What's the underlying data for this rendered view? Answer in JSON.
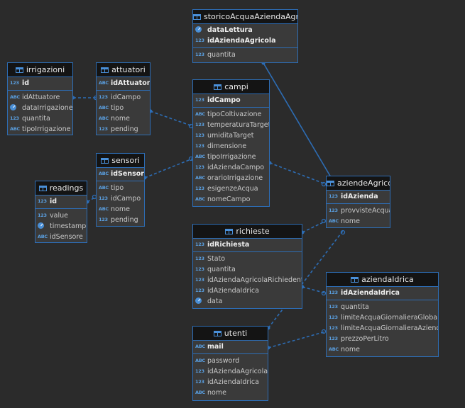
{
  "icons": {
    "number": "123",
    "text": "ABC",
    "datetime": "clock-icon"
  },
  "colors": {
    "edge": "#2d6db5",
    "header_bg": "#141414",
    "body_bg": "#3a3a3a",
    "canvas": "#2b2b2b"
  },
  "entities": {
    "storicoAcquaAziendaAgricola": {
      "title": "storicoAcquaAziendaAgricola",
      "rows": [
        {
          "name": "dataLettura",
          "type": "datetime",
          "pk": true
        },
        {
          "name": "idAziendaAgricola",
          "type": "number",
          "pk": true
        },
        {
          "name": "quantita",
          "type": "number",
          "pk": false
        }
      ]
    },
    "irrigazioni": {
      "title": "irrigazioni",
      "rows": [
        {
          "name": "id",
          "type": "number",
          "pk": true
        },
        {
          "name": "idAttuatore",
          "type": "text",
          "pk": false
        },
        {
          "name": "dataIrrigazione",
          "type": "datetime",
          "pk": false
        },
        {
          "name": "quantita",
          "type": "number",
          "pk": false
        },
        {
          "name": "tipoIrrigazione",
          "type": "text",
          "pk": false
        }
      ]
    },
    "attuatori": {
      "title": "attuatori",
      "rows": [
        {
          "name": "idAttuatore",
          "type": "text",
          "pk": true
        },
        {
          "name": "idCampo",
          "type": "number",
          "pk": false
        },
        {
          "name": "tipo",
          "type": "text",
          "pk": false
        },
        {
          "name": "nome",
          "type": "text",
          "pk": false
        },
        {
          "name": "pending",
          "type": "number",
          "pk": false
        }
      ]
    },
    "campi": {
      "title": "campi",
      "rows": [
        {
          "name": "idCampo",
          "type": "number",
          "pk": true
        },
        {
          "name": "tipoColtivazione",
          "type": "text",
          "pk": false
        },
        {
          "name": "temperaturaTarget",
          "type": "number",
          "pk": false
        },
        {
          "name": "umiditaTarget",
          "type": "number",
          "pk": false
        },
        {
          "name": "dimensione",
          "type": "number",
          "pk": false
        },
        {
          "name": "tipoIrrigazione",
          "type": "text",
          "pk": false
        },
        {
          "name": "idAziendaCampo",
          "type": "number",
          "pk": false
        },
        {
          "name": "orarioIrrigazione",
          "type": "text",
          "pk": false
        },
        {
          "name": "esigenzeAcqua",
          "type": "number",
          "pk": false
        },
        {
          "name": "nomeCampo",
          "type": "text",
          "pk": false
        }
      ]
    },
    "sensori": {
      "title": "sensori",
      "rows": [
        {
          "name": "idSensore",
          "type": "text",
          "pk": true
        },
        {
          "name": "tipo",
          "type": "text",
          "pk": false
        },
        {
          "name": "idCampo",
          "type": "number",
          "pk": false
        },
        {
          "name": "nome",
          "type": "text",
          "pk": false
        },
        {
          "name": "pending",
          "type": "number",
          "pk": false
        }
      ]
    },
    "readings": {
      "title": "readings",
      "rows": [
        {
          "name": "id",
          "type": "number",
          "pk": true
        },
        {
          "name": "value",
          "type": "number",
          "pk": false
        },
        {
          "name": "timestamp",
          "type": "datetime",
          "pk": false
        },
        {
          "name": "idSensore",
          "type": "text",
          "pk": false
        }
      ]
    },
    "aziendeAgricola": {
      "title": "aziendeAgricola",
      "rows": [
        {
          "name": "idAzienda",
          "type": "number",
          "pk": true
        },
        {
          "name": "provvisteAcqua",
          "type": "number",
          "pk": false
        },
        {
          "name": "nome",
          "type": "text",
          "pk": false
        }
      ]
    },
    "richieste": {
      "title": "richieste",
      "rows": [
        {
          "name": "idRichiesta",
          "type": "number",
          "pk": true
        },
        {
          "name": "Stato",
          "type": "number",
          "pk": false
        },
        {
          "name": "quantita",
          "type": "number",
          "pk": false
        },
        {
          "name": "idAziendaAgricolaRichiedente",
          "type": "number",
          "pk": false
        },
        {
          "name": "idAziendaIdrica",
          "type": "number",
          "pk": false
        },
        {
          "name": "data",
          "type": "datetime",
          "pk": false
        }
      ]
    },
    "aziendaIdrica": {
      "title": "aziendaIdrica",
      "rows": [
        {
          "name": "idAziendaIdrica",
          "type": "number",
          "pk": true
        },
        {
          "name": "quantita",
          "type": "number",
          "pk": false
        },
        {
          "name": "limiteAcquaGiornalieraGlobale",
          "type": "number",
          "pk": false
        },
        {
          "name": "limiteAcquaGiornalieraAzienda",
          "type": "number",
          "pk": false
        },
        {
          "name": "prezzoPerLitro",
          "type": "number",
          "pk": false
        },
        {
          "name": "nome",
          "type": "text",
          "pk": false
        }
      ]
    },
    "utenti": {
      "title": "utenti",
      "rows": [
        {
          "name": "mail",
          "type": "text",
          "pk": true
        },
        {
          "name": "password",
          "type": "text",
          "pk": false
        },
        {
          "name": "idAziendaAgricola",
          "type": "number",
          "pk": false
        },
        {
          "name": "idAziendaIdrica",
          "type": "number",
          "pk": false
        },
        {
          "name": "nome",
          "type": "text",
          "pk": false
        }
      ]
    }
  }
}
